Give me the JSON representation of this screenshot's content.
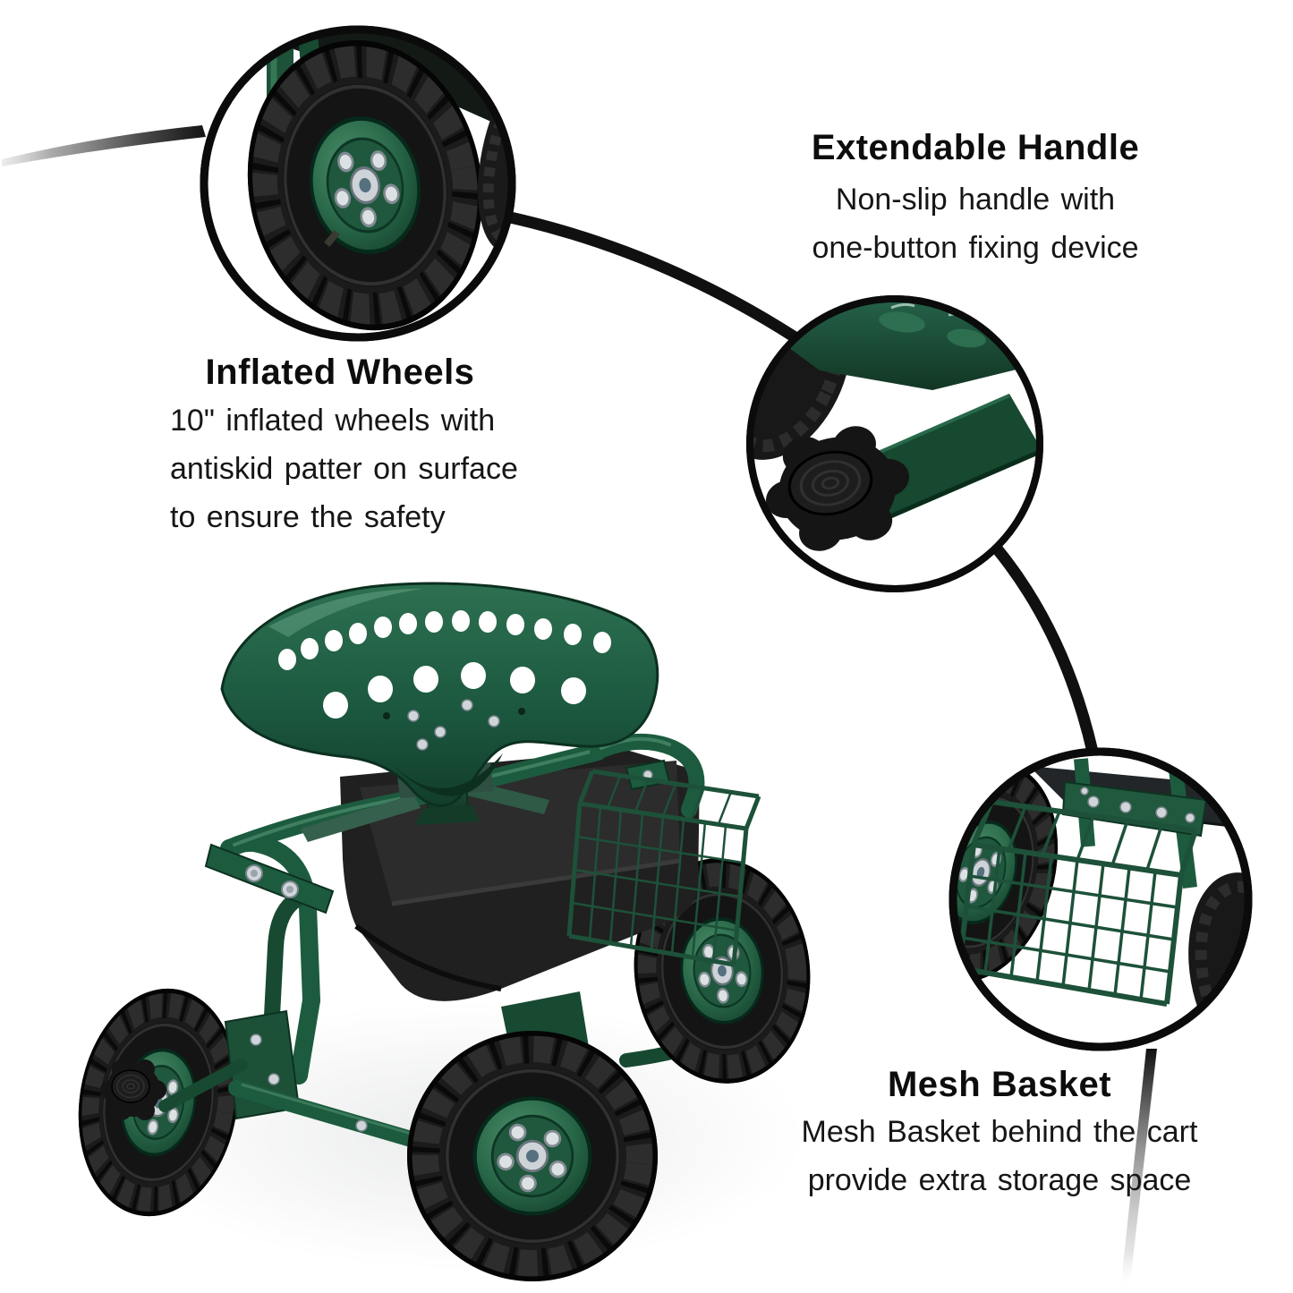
{
  "page": {
    "background": "#ffffff"
  },
  "colors": {
    "text": "#121212",
    "callout_line": "#101010",
    "frame_green": "#1d5b3f",
    "frame_green_dark": "#0d3421",
    "frame_green_light": "#4e8d6d",
    "tire_black": "#1b1b1b",
    "tray_black": "#202020",
    "metal_silver": "#cfd5d9"
  },
  "callouts": {
    "handle": {
      "title": "Extendable Handle",
      "line1": "Non-slip handle with",
      "line2": "one-button fixing device"
    },
    "wheels": {
      "title": "Inflated Wheels",
      "line1": "10\" inflated wheels with",
      "line2": "antiskid patter on surface",
      "line3": "to ensure the safety"
    },
    "basket": {
      "title": "Mesh Basket",
      "line1": "Mesh Basket behind the cart",
      "line2": "provide extra storage space"
    }
  },
  "figures": {
    "main_product": "garden-rolling-work-seat-cart",
    "circle_closeups": [
      "inflated-wheel-closeup",
      "handle-knob-closeup",
      "mesh-basket-closeup"
    ]
  }
}
